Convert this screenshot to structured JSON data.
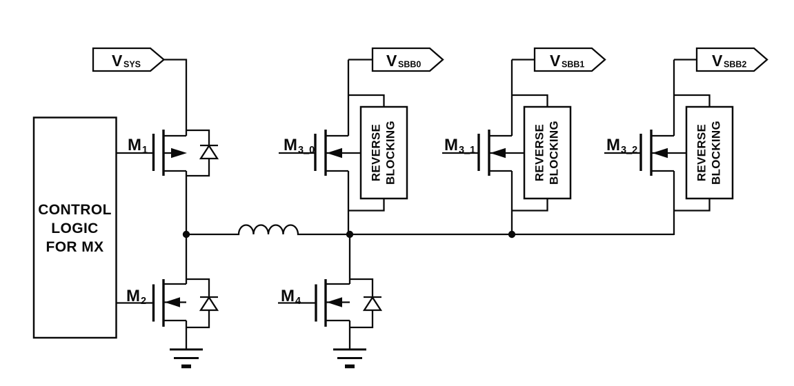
{
  "diagram": {
    "type": "circuit-schematic",
    "description_visible_elements": "single-inductor multiple-output buck-boost power stage schematic",
    "colors": {
      "line": "#0a0a0a",
      "background": "#ffffff"
    }
  },
  "control_box": {
    "line1": "CONTROL",
    "line2": "LOGIC",
    "line3": "FOR MX"
  },
  "net_flags": {
    "vsys": {
      "name": "V",
      "sub": "SYS"
    },
    "vsbb0": {
      "name": "V",
      "sub": "SBB0"
    },
    "vsbb1": {
      "name": "V",
      "sub": "SBB1"
    },
    "vsbb2": {
      "name": "V",
      "sub": "SBB2"
    }
  },
  "transistors": {
    "m1": {
      "name": "M",
      "sub": "1"
    },
    "m2": {
      "name": "M",
      "sub": "2"
    },
    "m4": {
      "name": "M",
      "sub": "4"
    },
    "m3_0": {
      "name": "M",
      "sub": "3_0"
    },
    "m3_1": {
      "name": "M",
      "sub": "3_1"
    },
    "m3_2": {
      "name": "M",
      "sub": "3_2"
    }
  },
  "reverse_blocking_box": {
    "line1": "REVERSE",
    "line2": "BLOCKING"
  }
}
